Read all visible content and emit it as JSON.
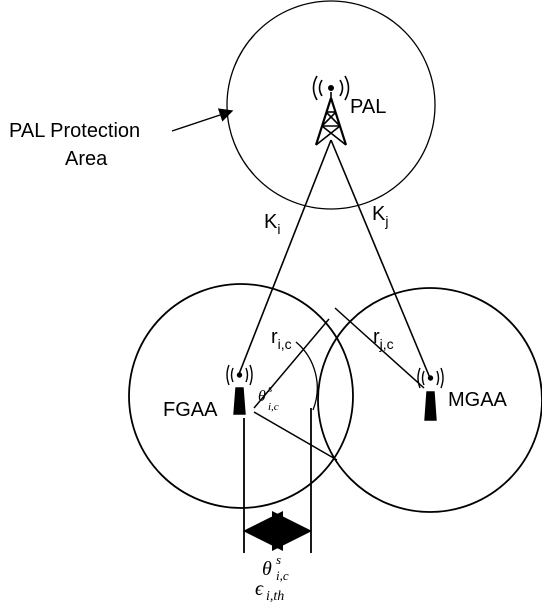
{
  "labels": {
    "pal": "PAL",
    "pal_area_line1": "PAL Protection",
    "pal_area_line2": "Area",
    "k_i_main": "K",
    "k_i_sub": "i",
    "k_j_main": "K",
    "k_j_sub": "j",
    "r_ic_main": "r",
    "r_ic_sub": "i,c",
    "r_jc_main": "r",
    "r_jc_sub": "j,c",
    "fgaa": "FGAA",
    "mgaa": "MGAA",
    "theta_main": "θ",
    "theta_sup": "s",
    "theta_sub": "i,c",
    "theta2_main": "θ",
    "theta2_sup": "s",
    "theta2_sub": "i,c",
    "epsilon_main": "ϵ",
    "epsilon_sub": "i,th"
  },
  "colors": {
    "stroke": "#000000",
    "background": "#ffffff"
  },
  "icons": {
    "pal_tower": "lattice-tower-icon",
    "fgaa_antenna": "antenna-icon",
    "mgaa_antenna": "antenna-icon"
  }
}
